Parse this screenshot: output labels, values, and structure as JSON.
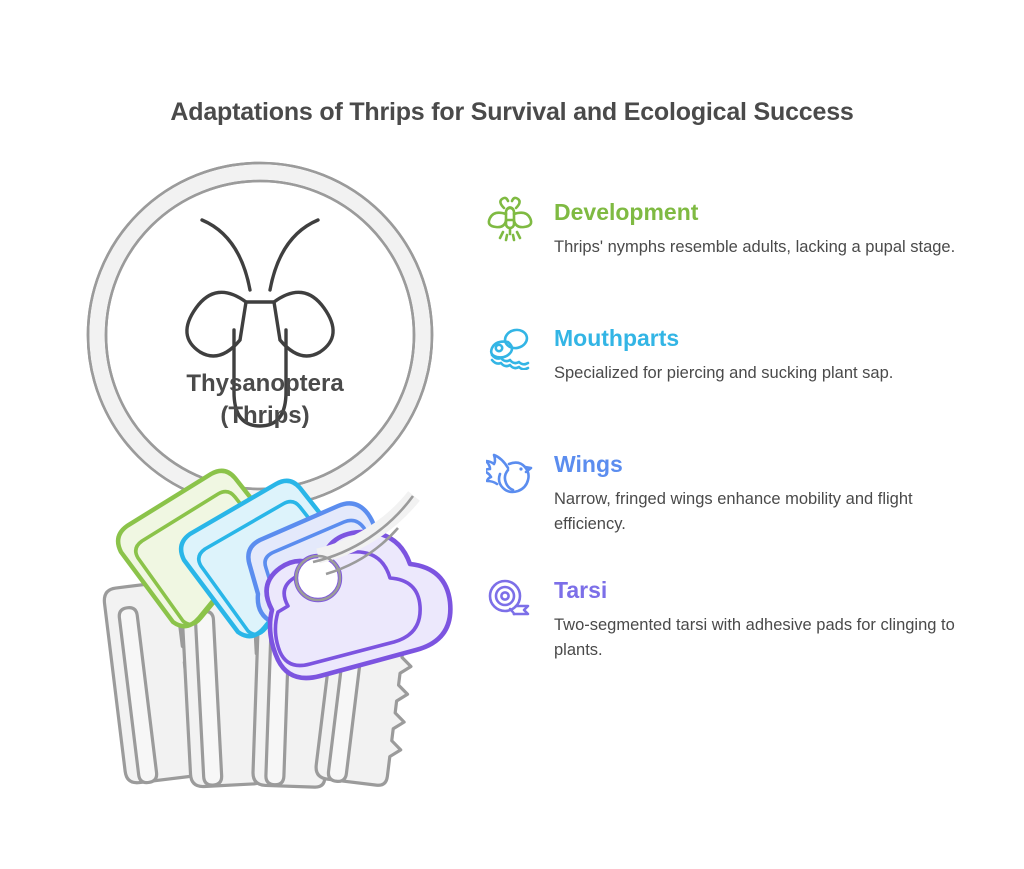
{
  "title": "Adaptations of Thrips for Survival and Ecological Success",
  "center": {
    "line1": "Thysanoptera",
    "line2": "(Thrips)",
    "icon": "thrips-insect-icon"
  },
  "colors": {
    "development": "#7fba42",
    "mouthparts": "#33b5e5",
    "wings": "#5b8def",
    "tarsi": "#7c6fe8",
    "text": "#4a4a4a",
    "key_gray_stroke": "#9b9b9b",
    "key_gray_fill": "#f2f2f2"
  },
  "items": [
    {
      "id": "development",
      "icon": "insect-icon",
      "title": "Development",
      "desc": "Thrips' nymphs resemble adults, lacking a pupal stage.",
      "color": "#7fba42"
    },
    {
      "id": "mouthparts",
      "icon": "oyster-shell-icon",
      "title": "Mouthparts",
      "desc": "Specialized for piercing and sucking plant sap.",
      "color": "#33b5e5"
    },
    {
      "id": "wings",
      "icon": "dove-bird-icon",
      "title": "Wings",
      "desc": "Narrow, fringed wings enhance mobility and flight efficiency.",
      "color": "#5b8def"
    },
    {
      "id": "tarsi",
      "icon": "tape-roll-icon",
      "title": "Tarsi",
      "desc": "Two-segmented tarsi with adhesive pads for clinging to plants.",
      "color": "#7c6fe8"
    }
  ]
}
